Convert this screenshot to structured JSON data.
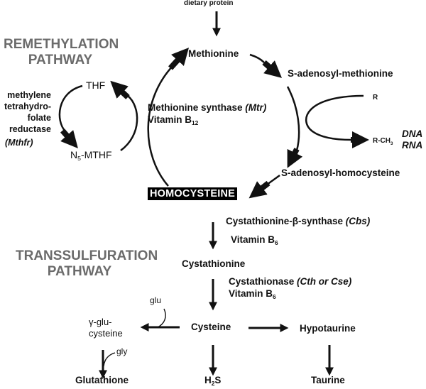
{
  "sections": {
    "remethylation": {
      "line1": "REMETHYLATION",
      "line2": "PATHWAY"
    },
    "transsulfuration": {
      "line1": "TRANSSULFURATION",
      "line2": "PATHWAY"
    }
  },
  "input": {
    "label": "dietary protein"
  },
  "methionine_cycle": {
    "methionine": "Methionine",
    "sam": "S-adenosyl-methionine",
    "sah": "S-adenosyl-homocysteine",
    "homocysteine": "HOMOCYSTEINE",
    "enzyme_name": "Methionine synthase",
    "enzyme_abbr": "(Mtr)",
    "cofactor_base": "Vitamin B",
    "cofactor_sub": "12"
  },
  "methylation_side": {
    "r": "R",
    "rch3_base": "R-CH",
    "rch3_sub": "3",
    "target1": "DNA",
    "target2": "RNA"
  },
  "folate_cycle": {
    "thf": "THF",
    "mthf_pre": "N",
    "mthf_sub": "5",
    "mthf_post": "-MTHF",
    "enzyme_lines": [
      "methylene",
      "tetrahydro-",
      "folate",
      "reductase"
    ],
    "enzyme_abbr": "(Mthfr)"
  },
  "transsulfuration": {
    "cbs_name": "Cystathionine-β-synthase",
    "cbs_abbr": "(Cbs)",
    "cbs_cofactor_base": "Vitamin B",
    "cbs_cofactor_sub": "6",
    "cystathionine": "Cystathionine",
    "cth_name": "Cystathionase",
    "cth_abbr": "(Cth or Cse)",
    "cth_cofactor_base": "Vitamin B",
    "cth_cofactor_sub": "6",
    "cysteine": "Cysteine",
    "glu": "glu",
    "gamma_glu_line1": "γ-glu-",
    "gamma_glu_line2": "cysteine",
    "gly": "gly",
    "glutathione": "Glutathione",
    "h2s_pre": "H",
    "h2s_sub": "2",
    "h2s_post": "S",
    "hypotaurine": "Hypotaurine",
    "taurine": "Taurine"
  },
  "colors": {
    "ink": "#111111",
    "heading_gray": "#6b6b6b",
    "highlight_bg": "#000000"
  }
}
